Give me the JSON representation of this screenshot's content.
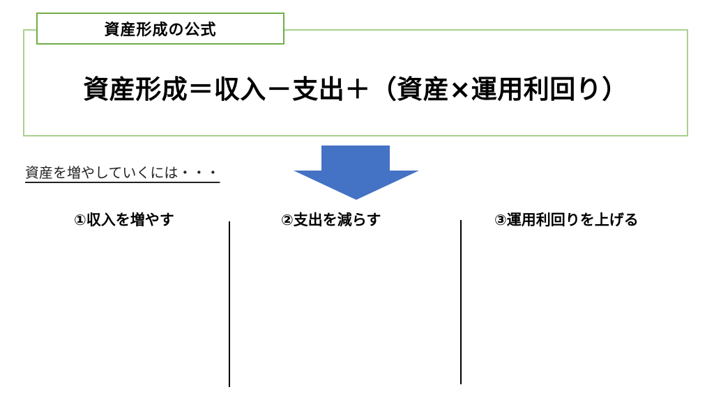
{
  "formula": {
    "tab_label": "資産形成の公式",
    "equation": "資産形成＝収入－支出＋（資産×運用利回り）"
  },
  "intro_text": "資産を増やしていくには・・・",
  "colors": {
    "box_border": "#a9d18e",
    "tab_border": "#70ad47",
    "arrow_fill": "#4472c4"
  },
  "columns": [
    {
      "label": "①収入を増やす"
    },
    {
      "label": "②支出を減らす"
    },
    {
      "label": "③運用利回りを上げる"
    }
  ]
}
